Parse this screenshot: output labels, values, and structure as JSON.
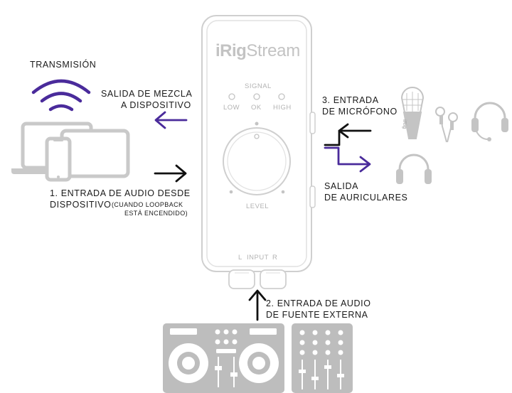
{
  "device": {
    "brand_bold": "iRig",
    "brand_light": "Stream",
    "signal_label": "SIGNAL",
    "led_low": "LOW",
    "led_ok": "OK",
    "led_high": "HIGH",
    "level_label": "LEVEL",
    "input_l": "L",
    "input_label": "INPUT",
    "input_r": "R"
  },
  "labels": {
    "streaming": "TRANSMISIÓN",
    "mix_out_line1": "SALIDA DE MEZCLA",
    "mix_out_line2": "A DISPOSITIVO",
    "audio_in_line1": "1. ENTRADA DE AUDIO DESDE",
    "audio_in_line2": "DISPOSITIVO",
    "audio_in_note1": "(CUANDO LOOPBACK",
    "audio_in_note2": "ESTÁ ENCENDIDO)",
    "mic_in_line1": "3.  ENTRADA",
    "mic_in_line2": "DE MICRÓFONO",
    "hp_out_line1": "SALIDA",
    "hp_out_line2": "DE AURICULARES",
    "ext_in_line1": "2. ENTRADA DE AUDIO",
    "ext_in_line2": "DE FUENTE EXTERNA",
    "mic_brand": "iRig"
  },
  "colors": {
    "accent_purple": "#4a2b9b",
    "arrow_black": "#111111",
    "device_stroke": "#cfcfcf",
    "gear_gray": "#b9b9b9"
  }
}
